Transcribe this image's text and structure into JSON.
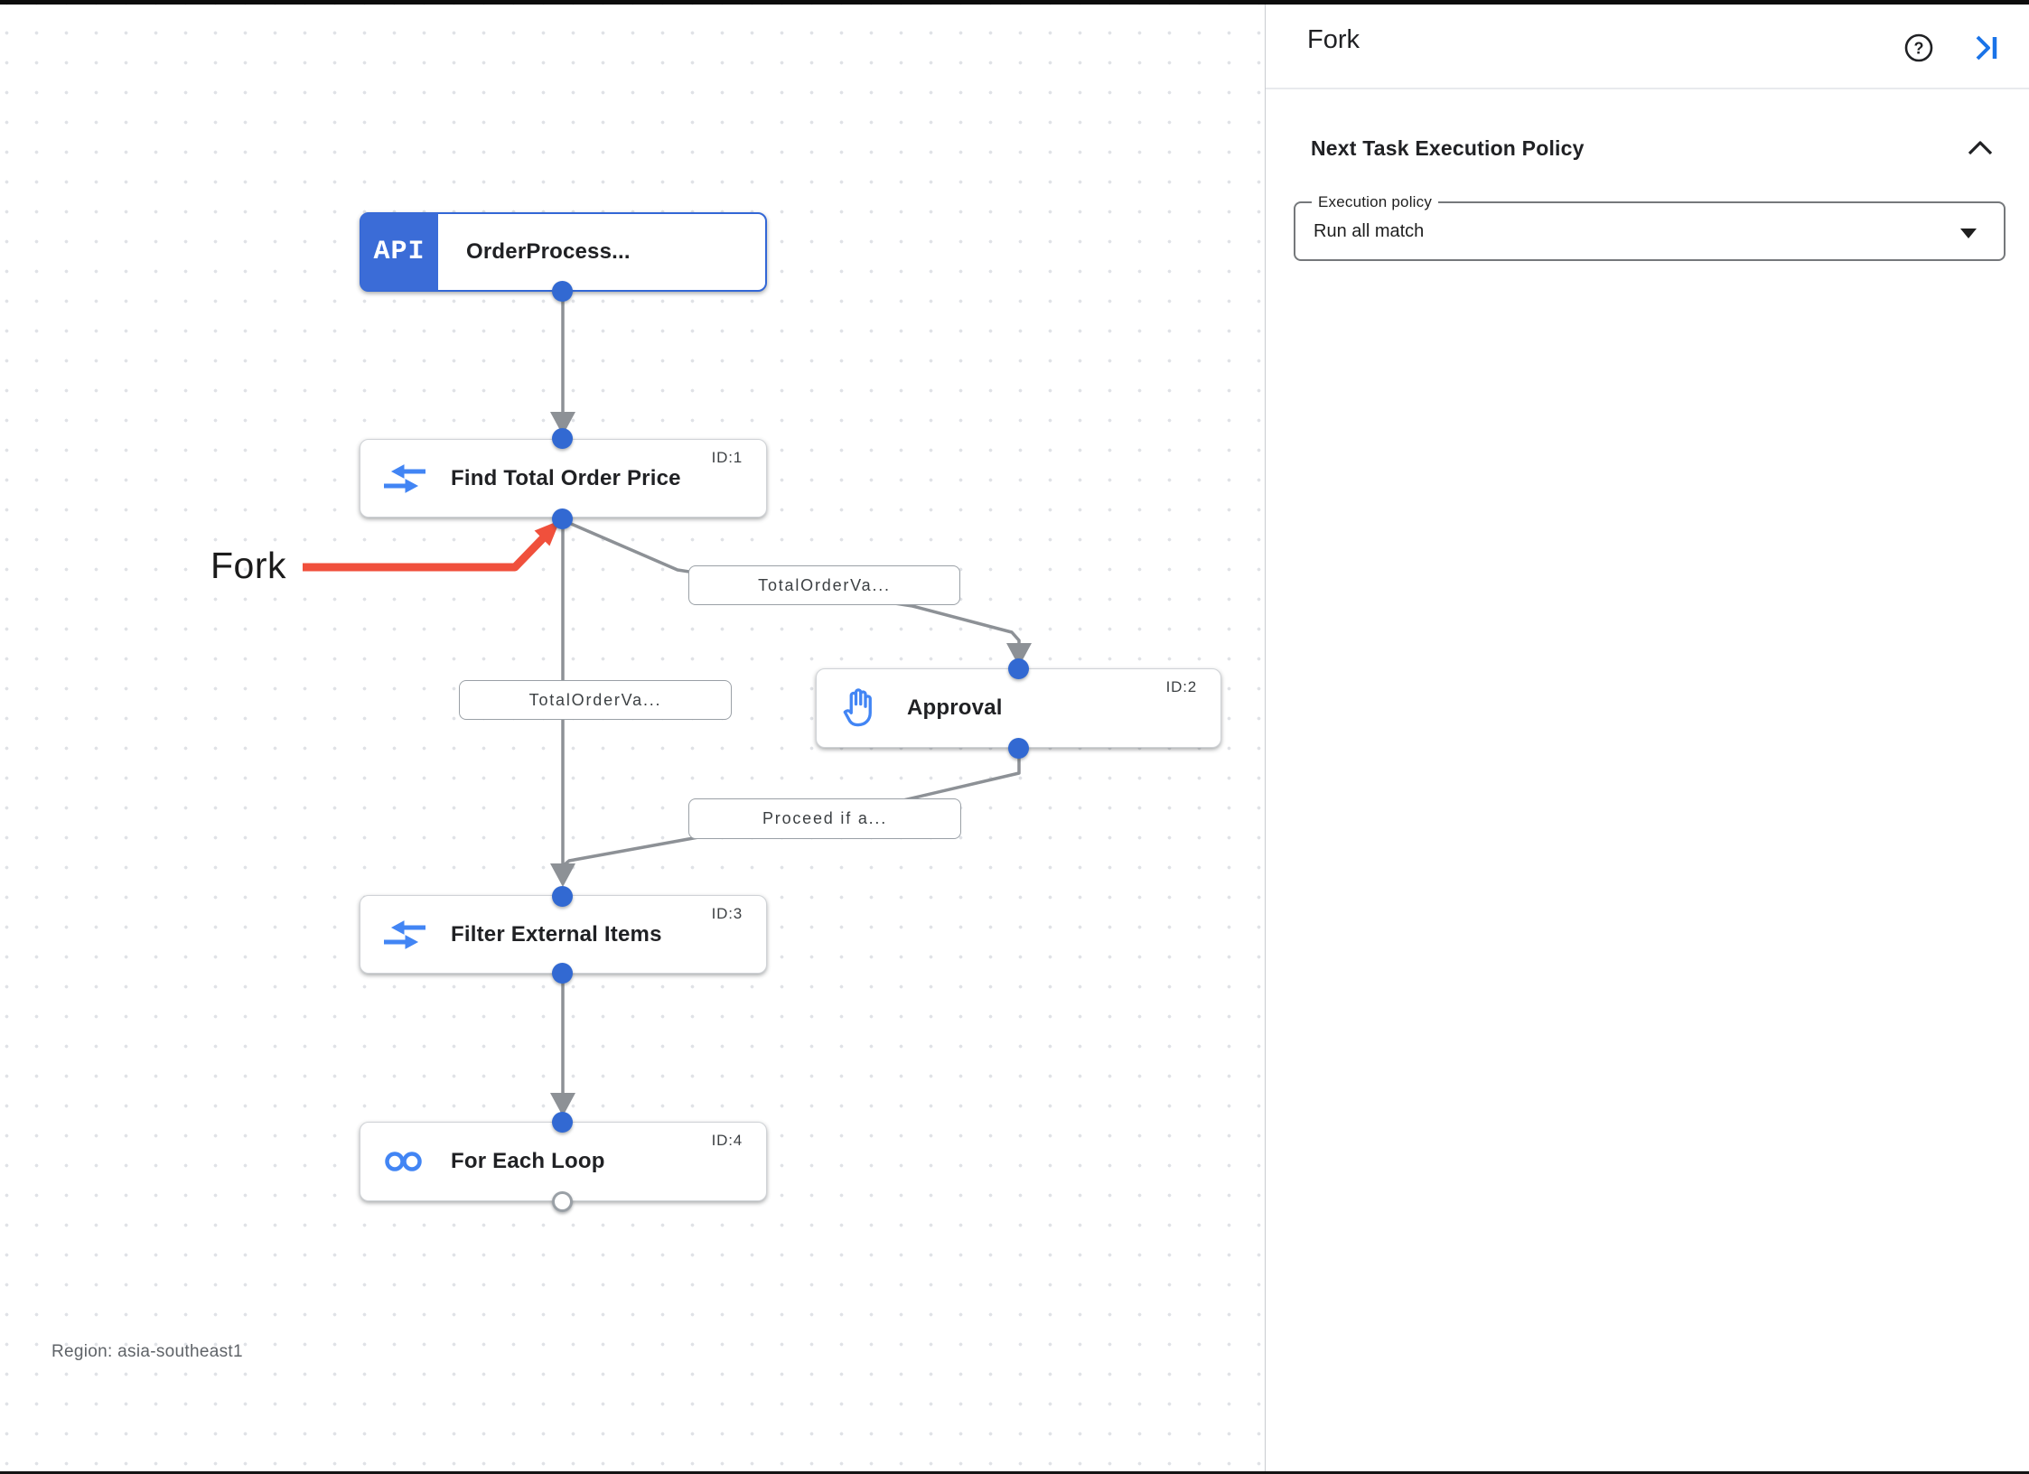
{
  "canvas": {
    "region_label": "Region: asia-southeast1",
    "annotation": {
      "label": "Fork"
    },
    "trigger_badge": "API",
    "nodes": [
      {
        "title": "OrderProcess...",
        "id_label": "",
        "icon": "api-trigger-icon"
      },
      {
        "title": "Find Total Order Price",
        "id_label": "ID:1",
        "icon": "data-mapping-icon"
      },
      {
        "title": "Approval",
        "id_label": "ID:2",
        "icon": "approval-hand-icon"
      },
      {
        "title": "Filter External Items",
        "id_label": "ID:3",
        "icon": "data-mapping-icon"
      },
      {
        "title": "For Each Loop",
        "id_label": "ID:4",
        "icon": "for-each-loop-icon"
      }
    ],
    "edge_labels": [
      {
        "text": "TotalOrderVa..."
      },
      {
        "text": "TotalOrderVa..."
      },
      {
        "text": "Proceed if a..."
      }
    ]
  },
  "panel": {
    "title": "Fork",
    "section_title": "Next Task Execution Policy",
    "field": {
      "label": "Execution policy",
      "value": "Run all match"
    }
  },
  "colors": {
    "accent_blue": "#1a73e8",
    "node_border_blue": "#3367d6",
    "port_blue": "#3269d2",
    "icon_blue": "#4285f4",
    "edge_gray": "#8d9196",
    "annotation_red": "#f0503c"
  }
}
